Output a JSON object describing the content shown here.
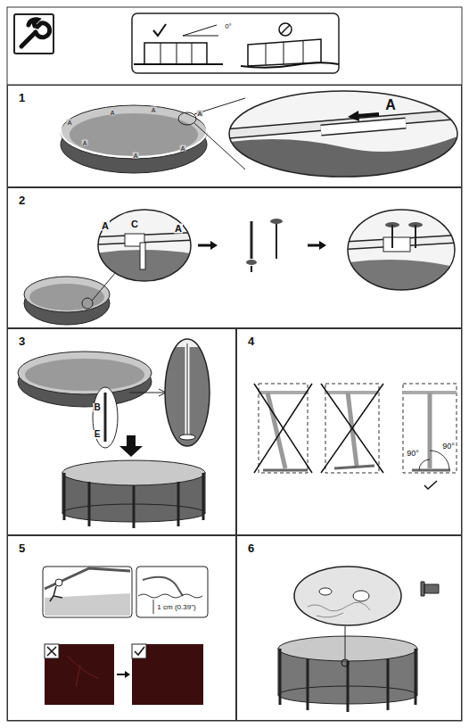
{
  "diagram": {
    "nodes": [
      {
        "text": [
          "1"
        ]
      },
      {
        "text": [
          "2"
        ]
      },
      {
        "text": [
          "3"
        ]
      },
      {
        "text": [
          "4"
        ]
      },
      {
        "text": [
          "5"
        ]
      },
      {
        "text": [
          "6"
        ]
      }
    ],
    "labels": [
      "0°",
      "A",
      "A",
      "A",
      "A",
      "A",
      "A",
      "A",
      "A",
      "A",
      "C",
      "A",
      "B",
      "E",
      "90°",
      "90°",
      "1 cm (0.39\")"
    ]
  }
}
